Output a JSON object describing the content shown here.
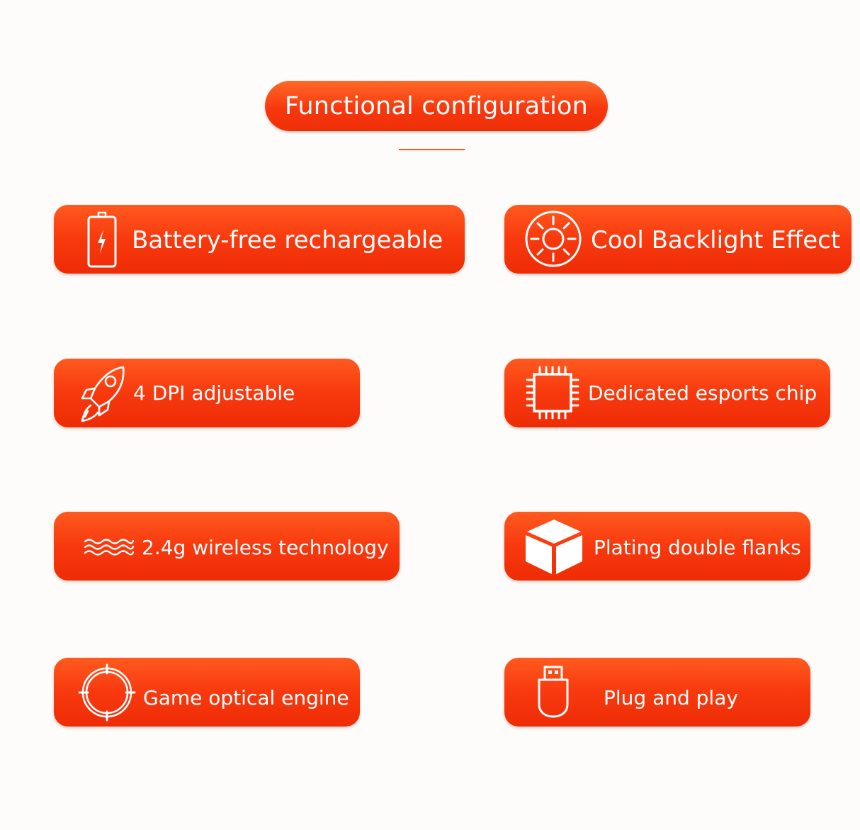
{
  "header": {
    "title": "Functional configuration"
  },
  "features": [
    {
      "label": "Battery-free rechargeable",
      "icon": "battery-icon"
    },
    {
      "label": "Cool Backlight Effect",
      "icon": "sun-icon"
    },
    {
      "label": "4 DPI adjustable",
      "icon": "rocket-icon"
    },
    {
      "label": "Dedicated esports chip",
      "icon": "chip-icon"
    },
    {
      "label": "2.4g wireless technology",
      "icon": "waves-icon"
    },
    {
      "label": "Plating double flanks",
      "icon": "cube-icon"
    },
    {
      "label": "Game optical engine",
      "icon": "crosshair-icon"
    },
    {
      "label": "Plug and play",
      "icon": "usb-stick-icon"
    }
  ],
  "colors": {
    "accent": "#f7380e",
    "background": "#fdfcfa",
    "text": "#ffffff"
  }
}
